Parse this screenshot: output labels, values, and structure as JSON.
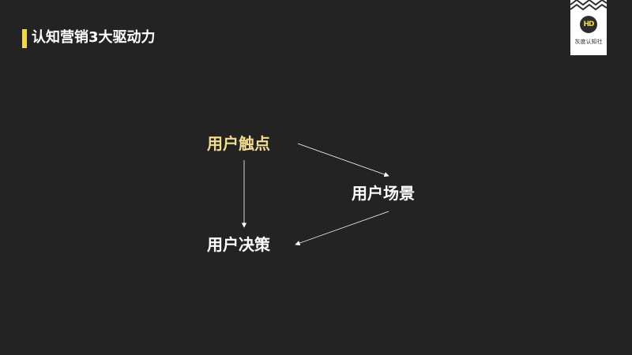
{
  "header": {
    "title": "认知营销3大驱动力"
  },
  "logo": {
    "mark_text": "HD",
    "caption": "灰度认知社",
    "icon": "brand-logo-icon"
  },
  "diagram": {
    "nodes": {
      "touchpoint": "用户触点",
      "scene": "用户场景",
      "decision": "用户决策"
    },
    "edges": [
      {
        "from": "touchpoint",
        "to": "scene"
      },
      {
        "from": "scene",
        "to": "decision"
      },
      {
        "from": "touchpoint",
        "to": "decision"
      }
    ],
    "colors": {
      "highlight": "#f3dc8d",
      "normal": "#ffffff",
      "accent_bar": "#f1d845",
      "background": "#232323"
    }
  }
}
